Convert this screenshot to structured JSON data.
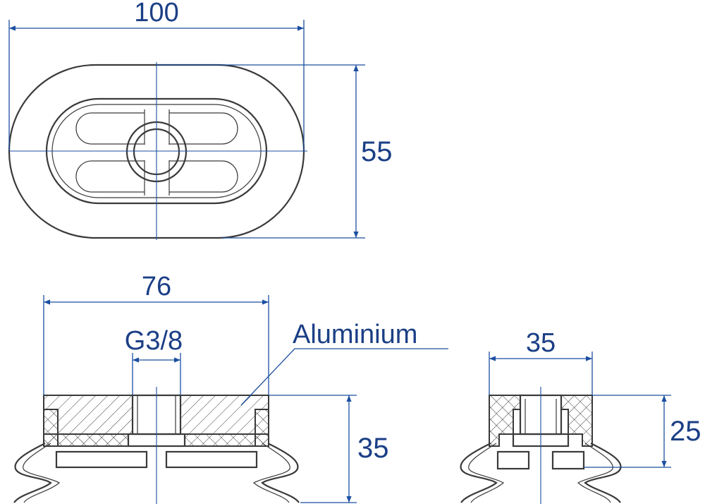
{
  "dimensions": {
    "top_width": "100",
    "top_height": "55",
    "section_width": "76",
    "thread": "G3/8",
    "section_height": "35",
    "small_width": "35",
    "small_height": "25"
  },
  "labels": {
    "material": "Aluminium"
  },
  "colors": {
    "dimension": "#1b4fa0",
    "text": "#1b3f86",
    "outline": "#3a3a3a"
  }
}
